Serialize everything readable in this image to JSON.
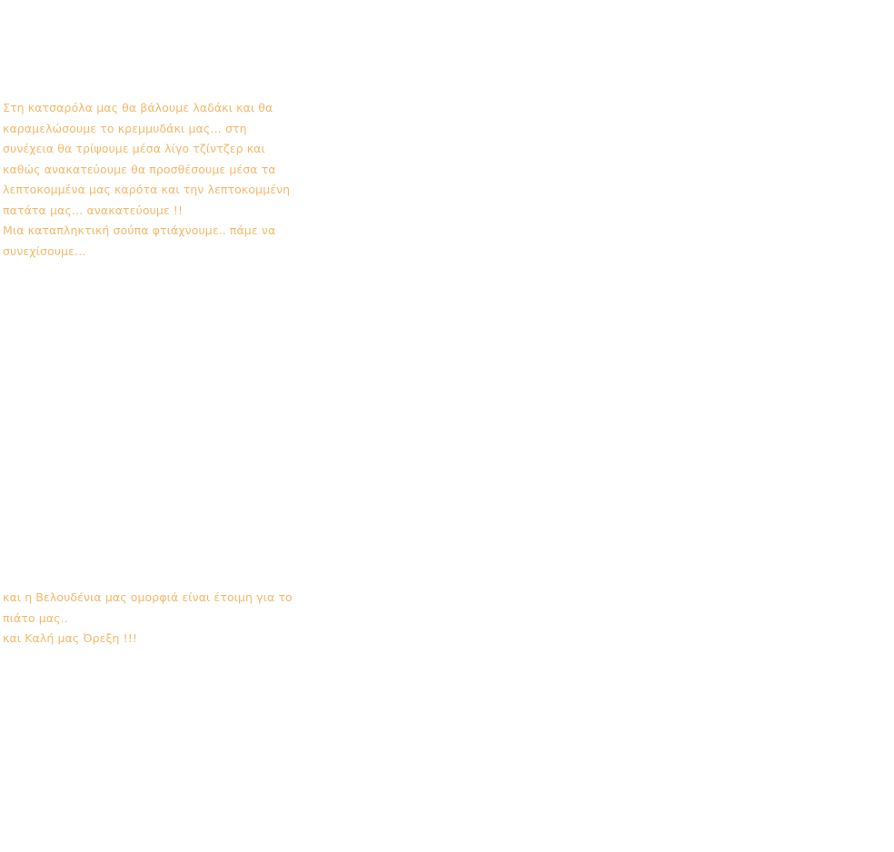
{
  "content": {
    "block1": {
      "paragraph1": "Στη κατσαρόλα μας θα βάλουμε λαδάκι και θα καραμελώσουμε το κρεμμυδάκι μας… στη συνέχεια θα τρίψουμε μέσα λίγο τζίντζερ και καθώς ανακατεύουμε θα προσθέσουμε μέσα τα λεπτοκομμένα μας καρότα και την λεπτοκομμένη πατάτα μας… ανακατεύουμε !!",
      "paragraph2": "Μια καταπληκτική σούπα φτιάχνουμε.. πάμε να συνεχίσουμε…"
    },
    "block2": {
      "paragraph1": "και η Βελουδένια μας ομορφιά είναι έτοιμη για το πιάτο μας..",
      "paragraph2": "και Καλή μας Όρεξη !!!"
    }
  }
}
